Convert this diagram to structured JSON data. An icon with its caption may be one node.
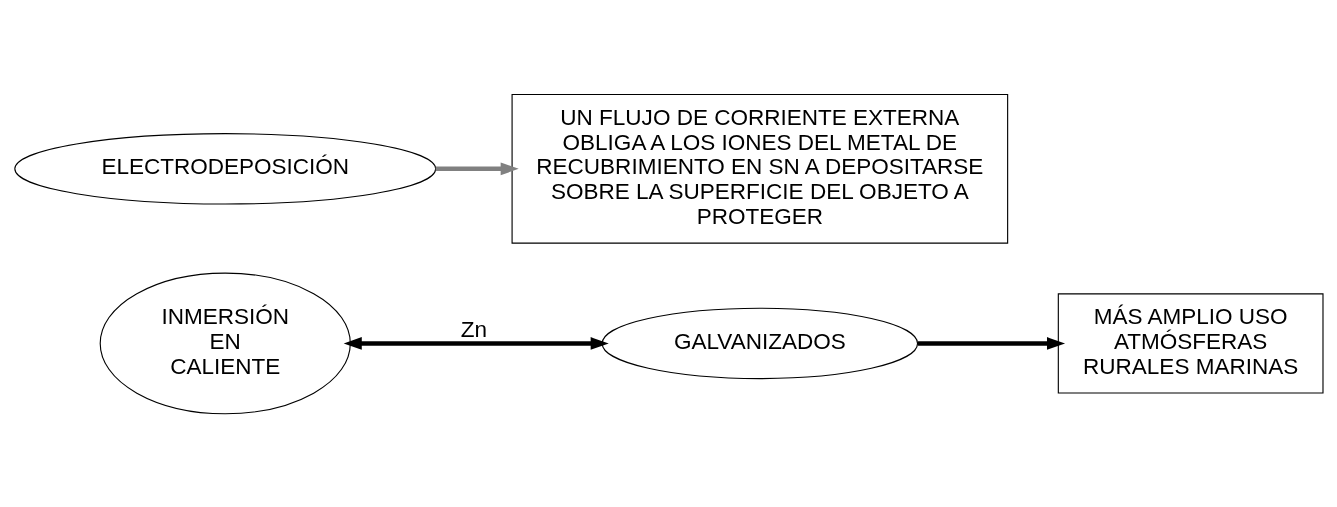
{
  "diagram": {
    "nodes": [
      {
        "text": [
          "INMERSIÓN EN CALIENTE"
        ]
      },
      {
        "text": [
          "GALVANIZADOS"
        ]
      },
      {
        "text": [
          "MÁS AMPLIO USO ATMÓSFERAS RURALES MARINAS"
        ]
      },
      {
        "text": [
          "ELECTRODEPOSICIÓN"
        ]
      },
      {
        "text": [
          "UN FLUJO DE CORRIENTE EXTERNA OBLIGA A LOS IONES DEL METAL DE RECUBRIMIENTO EN SN A DEPOSITARSE SOBRE LA SUPERFICIE DEL OBJETO A PROTEGER"
        ]
      }
    ],
    "edges": [
      {
        "from": 0,
        "to": 1,
        "arrow": "both",
        "label": "Zn"
      },
      {
        "from": 1,
        "to": 2,
        "arrow": "to"
      },
      {
        "from": 3,
        "to": 4,
        "arrow": "to",
        "color": "#808080"
      }
    ]
  }
}
